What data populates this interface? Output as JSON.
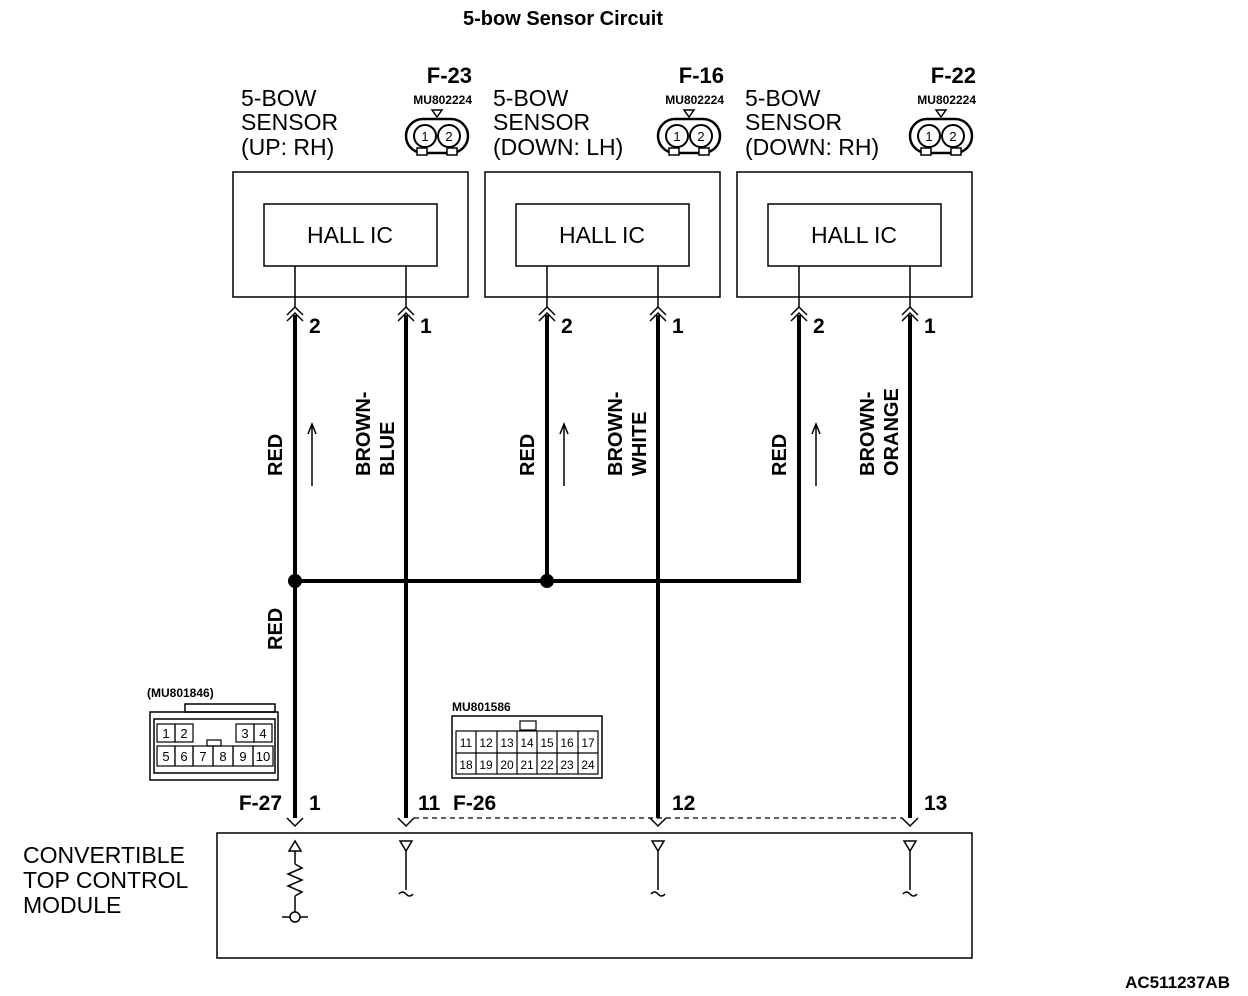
{
  "title": "5-bow Sensor Circuit",
  "figure_code": "AC511237AB",
  "hall_ic_label": "HALL IC",
  "sensors": [
    {
      "name_lines": [
        "5-BOW",
        "SENSOR",
        "(UP: RH)"
      ],
      "connector": "F-23",
      "part_no": "MU802224",
      "pin_labels": [
        "2",
        "1"
      ],
      "wire_left": "RED",
      "wire_right_lines": [
        "BROWN-",
        "BLUE"
      ]
    },
    {
      "name_lines": [
        "5-BOW",
        "SENSOR",
        "(DOWN: LH)"
      ],
      "connector": "F-16",
      "part_no": "MU802224",
      "pin_labels": [
        "2",
        "1"
      ],
      "wire_left": "RED",
      "wire_right_lines": [
        "BROWN-",
        "WHITE"
      ]
    },
    {
      "name_lines": [
        "5-BOW",
        "SENSOR",
        "(DOWN: RH)"
      ],
      "connector": "F-22",
      "part_no": "MU802224",
      "pin_labels": [
        "2",
        "1"
      ],
      "wire_left": "RED",
      "wire_right_lines": [
        "BROWN-",
        "ORANGE"
      ]
    }
  ],
  "connector_face_pins": [
    "1",
    "2"
  ],
  "common_wire": "RED",
  "module": {
    "name_lines": [
      "CONVERTIBLE",
      "TOP CONTROL",
      "MODULE"
    ],
    "connector_a": "F-27",
    "connector_b": "F-26",
    "pins": [
      "1",
      "11",
      "12",
      "13"
    ]
  },
  "connector_f27": {
    "part_no": "(MU801846)",
    "row1": [
      "1",
      "2",
      "",
      "3",
      "4"
    ],
    "row2": [
      "5",
      "6",
      "7",
      "8",
      "9",
      "10"
    ]
  },
  "connector_f26": {
    "part_no": "MU801586",
    "row1": [
      "11",
      "12",
      "13",
      "14",
      "15",
      "16",
      "17"
    ],
    "row2": [
      "18",
      "19",
      "20",
      "21",
      "22",
      "23",
      "24"
    ]
  }
}
